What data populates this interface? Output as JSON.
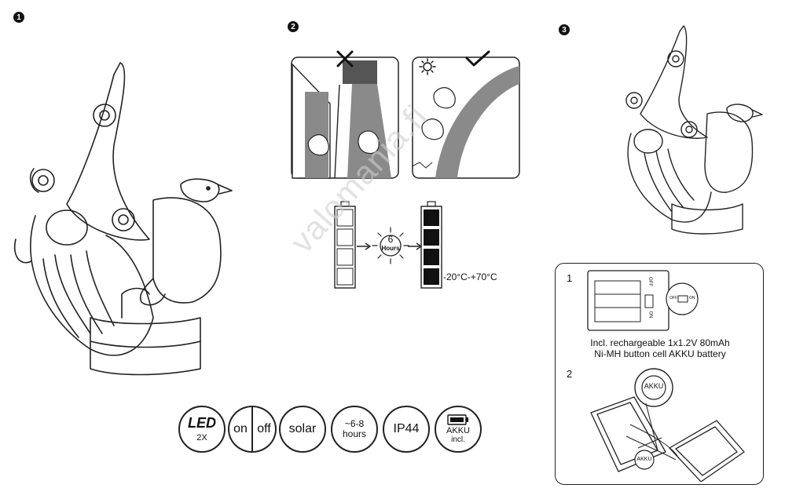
{
  "steps": {
    "one": "1",
    "two": "2",
    "three": "3"
  },
  "charging": {
    "duration_value": "6",
    "duration_unit": "Hours",
    "temperature_range": "-20°C-+70°C"
  },
  "info_box": {
    "item1_number": "1",
    "item2_number": "2",
    "switch_off": "OFF",
    "switch_on": "ON",
    "toggle_off": "OFF",
    "toggle_on": "ON",
    "battery_line1": "Incl. rechargeable 1x1.2V 80mAh",
    "battery_line2": "Ni-MH button cell AKKU battery",
    "akku_label_top": "AKKU",
    "akku_label_bottom": "AKKU"
  },
  "badges": {
    "led_label": "LED",
    "led_count": "2X",
    "on": "on",
    "off": "off",
    "solar": "solar",
    "hours_line1": "~6-8",
    "hours_line2": "hours",
    "ip_rating": "IP44",
    "akku_line1": "AKKU",
    "akku_line2": "incl."
  },
  "watermark": "valomania.fi",
  "icons": [
    "cross-icon",
    "check-icon",
    "sun-icon",
    "battery-icon",
    "arrow-icon"
  ]
}
